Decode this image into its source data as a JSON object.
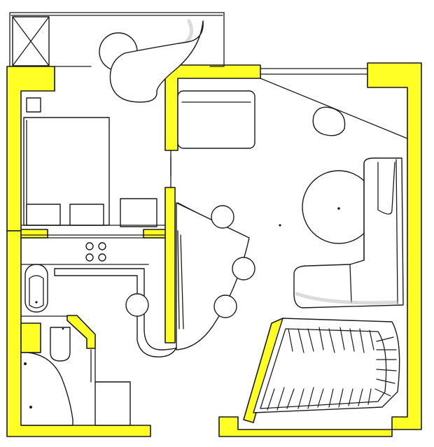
{
  "plan": {
    "colors": {
      "wall_fill": "#ffff26",
      "ink": "#1a1a1a",
      "background": "#ffffff",
      "pencil_shading": "#bdbdbd"
    },
    "icons": [
      "floor-plan",
      "bed",
      "sofa",
      "round-table",
      "stove",
      "bathtub",
      "toilet",
      "shower",
      "closet"
    ]
  }
}
